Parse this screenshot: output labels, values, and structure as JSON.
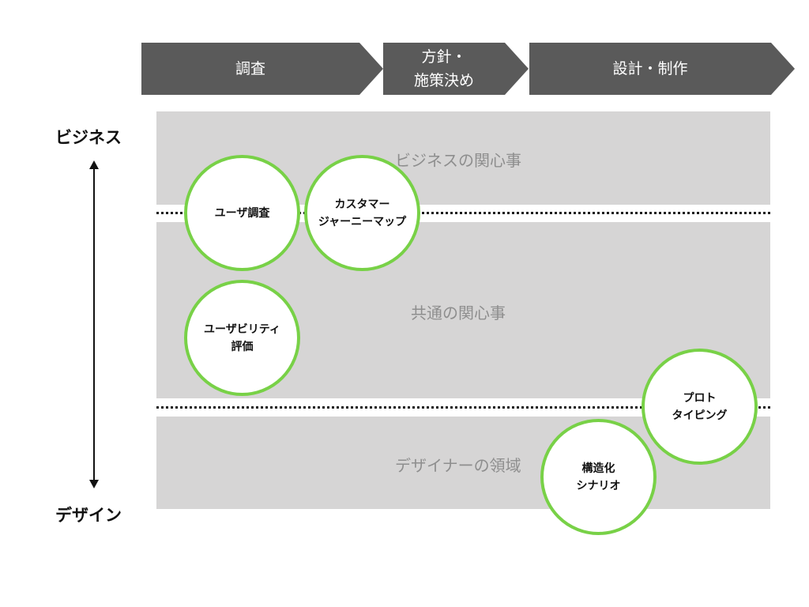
{
  "phases": [
    {
      "label": "調査"
    },
    {
      "label": "方針・\n施策決め"
    },
    {
      "label": "設計・制作"
    }
  ],
  "axis": {
    "top_label": "ビジネス",
    "bottom_label": "デザイン"
  },
  "bands": [
    {
      "label": "ビジネスの関心事"
    },
    {
      "label": "共通の関心事"
    },
    {
      "label": "デザイナーの領域"
    }
  ],
  "activities": [
    {
      "label": "ユーザ調査"
    },
    {
      "label": "カスタマー\nジャーニーマップ"
    },
    {
      "label": "ユーザビリティ\n評価"
    },
    {
      "label": "プロト\nタイピング"
    },
    {
      "label": "構造化\nシナリオ"
    }
  ],
  "colors": {
    "phase_fill": "#5a5a5a",
    "band_fill": "#d6d5d5",
    "circle_border": "#78d147",
    "band_text": "#8e8e8e"
  }
}
